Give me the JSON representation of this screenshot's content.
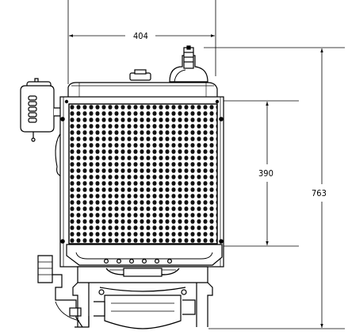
{
  "dimensions": {
    "width": "404",
    "core_height": "390",
    "overall_height": "763"
  }
}
